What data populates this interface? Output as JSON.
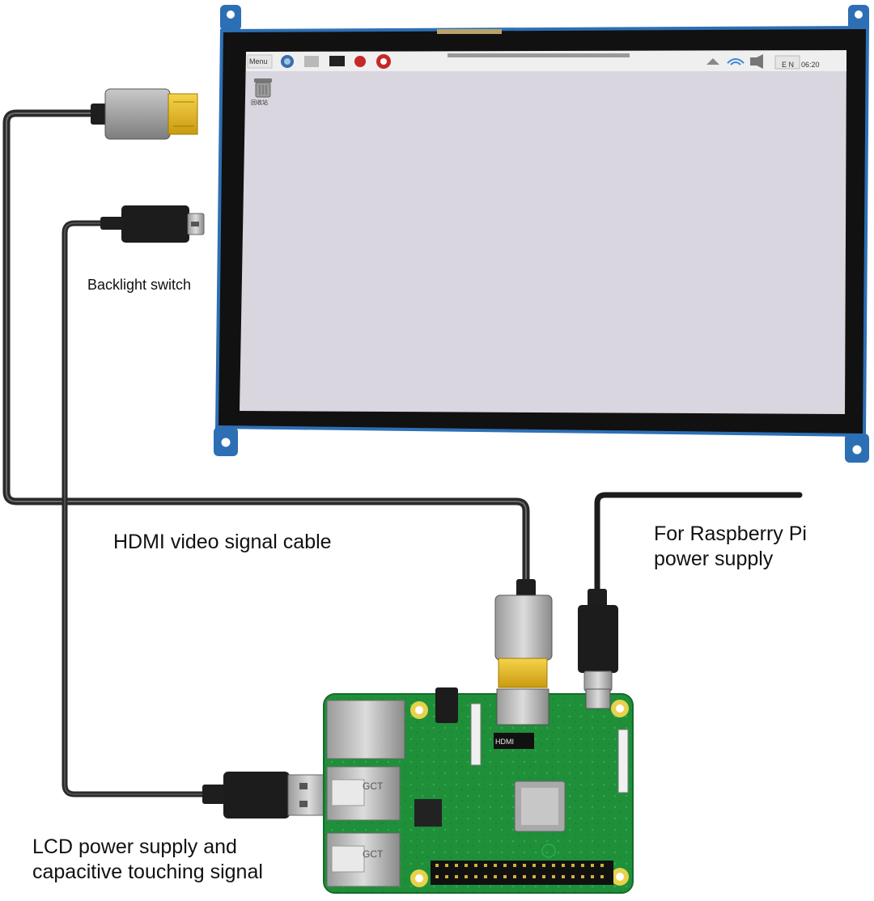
{
  "labels": {
    "backlight_switch": "Backlight switch",
    "hdmi_cable": "HDMI video signal cable",
    "pi_power": "For Raspberry Pi power supply",
    "lcd_power": "LCD power supply and capacitive touching signal"
  },
  "screen": {
    "menu": "Menu",
    "clock": "06:20",
    "keyboard": "E N",
    "trash_icon_label": "回收站"
  },
  "board_marks": {
    "usb_brand_1": "GCT",
    "usb_brand_2": "GCT",
    "hdmi_chip": "HDMI"
  },
  "colors": {
    "cable": "#2a2a2a",
    "pcb": "#1f8f3a",
    "screen": "#d9d6df",
    "bezel": "#111111",
    "mount_blue": "#2d6fb5",
    "connector_gold": "#e5b820"
  }
}
